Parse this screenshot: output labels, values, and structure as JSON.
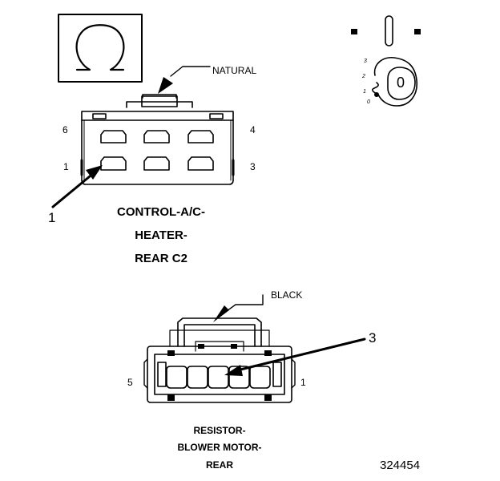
{
  "symbol": {
    "icon": "ohm-icon"
  },
  "switch_icon": {
    "icon": "rotary-switch-icon",
    "positions": [
      "3",
      "2",
      "1",
      "0"
    ],
    "knob_value": "0"
  },
  "connector_top": {
    "wire_color_label": "NATURAL",
    "pin_left_top": "6",
    "pin_right_top": "4",
    "pin_left_bottom": "1",
    "pin_right_bottom": "3",
    "callout": "1",
    "name_lines": [
      "CONTROL-A/C-",
      "HEATER-",
      "REAR C2"
    ]
  },
  "connector_bottom": {
    "wire_color_label": "BLACK",
    "pin_left": "5",
    "pin_right": "1",
    "callout": "3",
    "name_lines": [
      "RESISTOR-",
      "BLOWER MOTOR-",
      "REAR"
    ]
  },
  "figure_number": "324454",
  "colors": {
    "line": "#000000",
    "background": "#ffffff"
  }
}
